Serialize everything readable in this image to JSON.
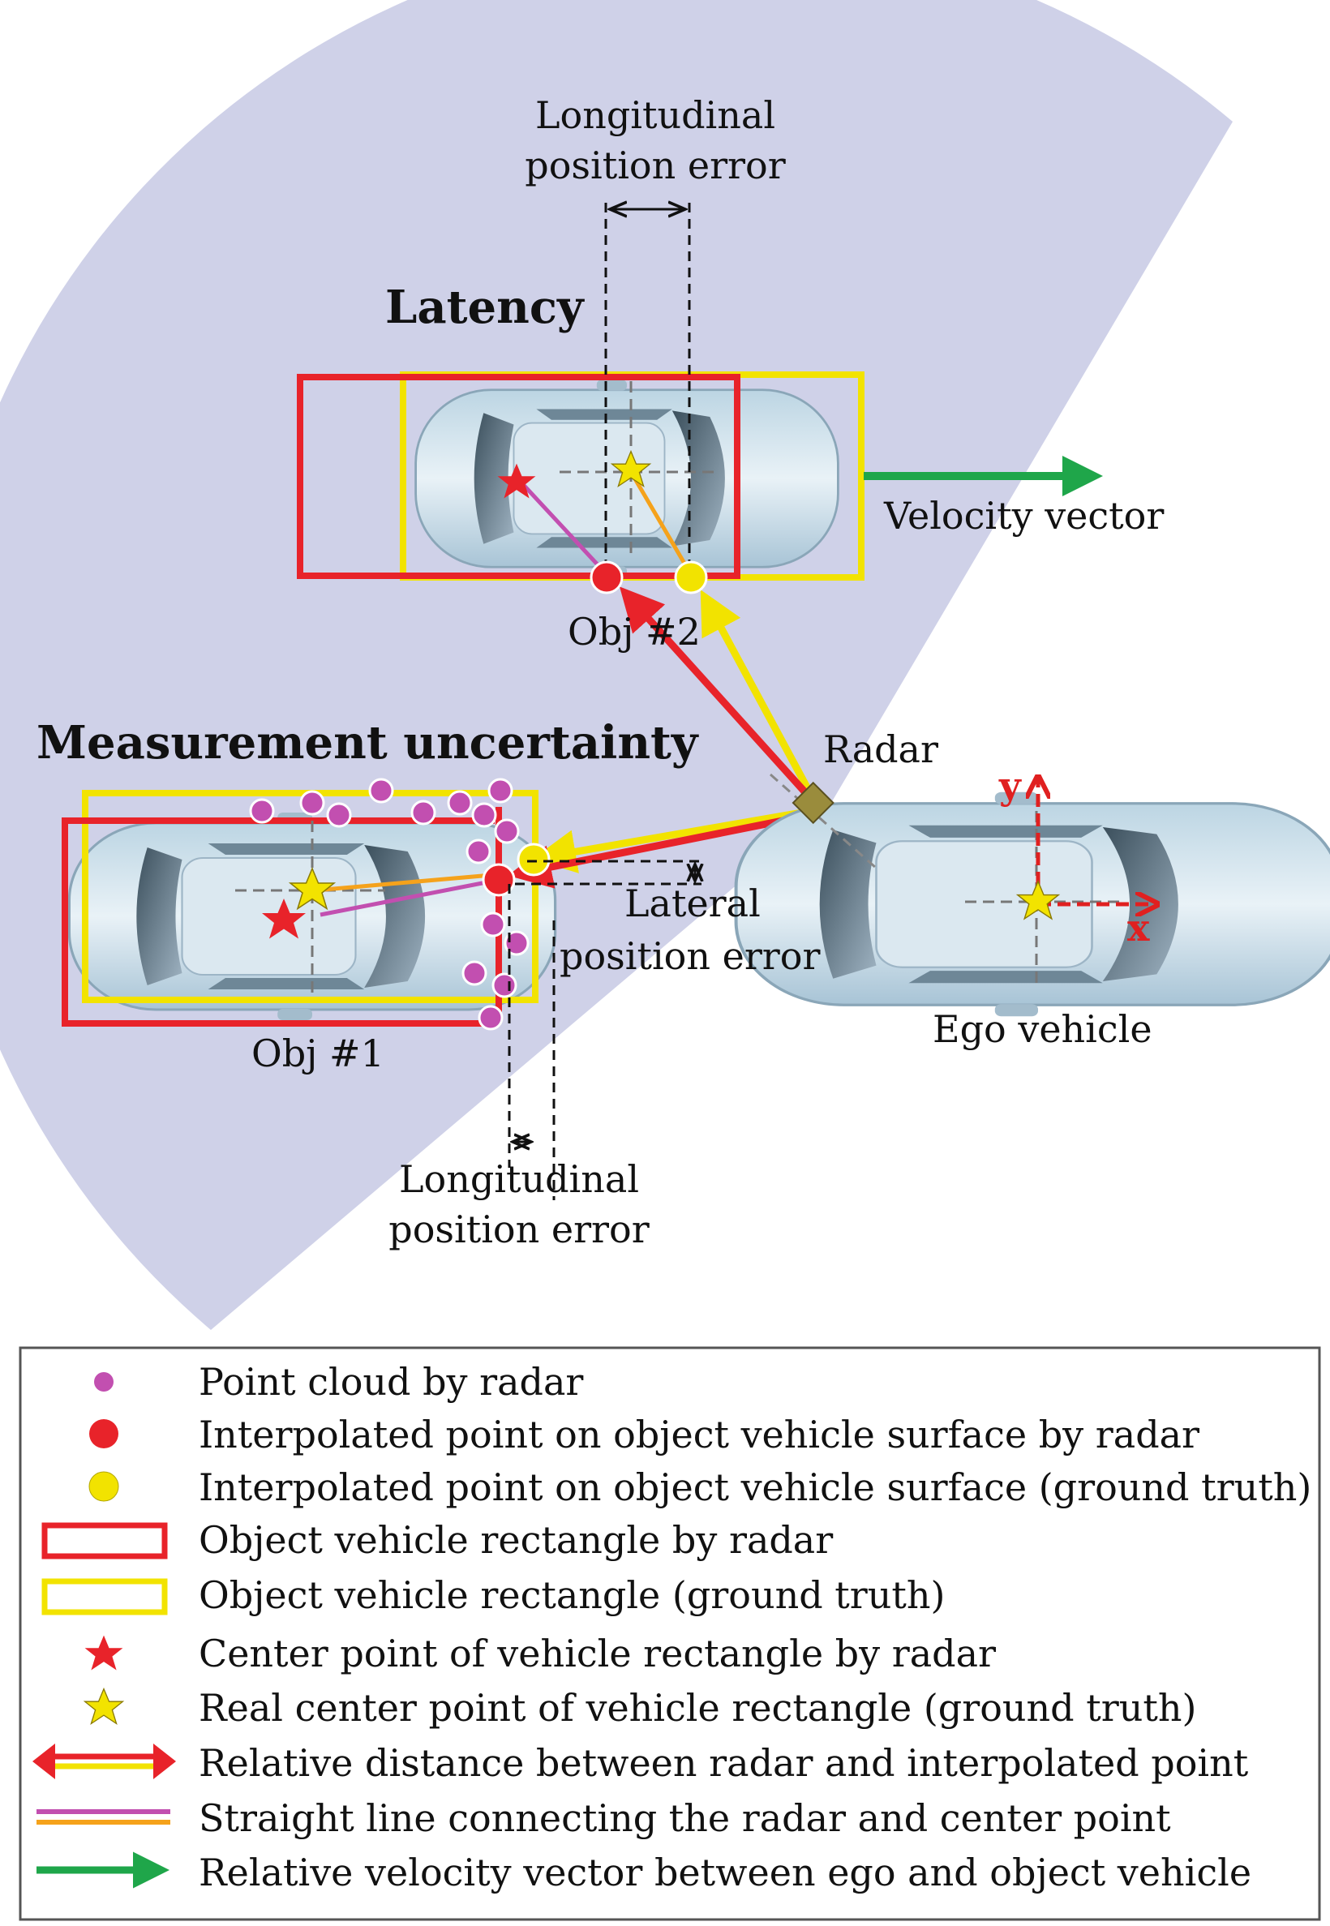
{
  "diagram": {
    "labels": {
      "long_error_top": [
        "Longitudinal",
        "position error"
      ],
      "latency": "Latency",
      "velocity_vector": "Velocity vector",
      "obj2": "Obj #2",
      "measurement_uncertainty": "Measurement uncertainty",
      "radar": "Radar",
      "lateral_error": [
        "Lateral",
        "position error"
      ],
      "obj1": "Obj #1",
      "ego_vehicle": "Ego vehicle",
      "long_error_bottom": [
        "Longitudinal",
        "position error"
      ],
      "axis_x": "x",
      "axis_y": "y"
    },
    "colors": {
      "fov": "#cfd1e8",
      "radar_red": "#e8232a",
      "truth_yellow": "#f2e300",
      "point_cloud": "#c24fb0",
      "center_line_radar": "#c24fb0",
      "center_line_truth": "#f5a21b",
      "velocity_green": "#1fa64a"
    }
  },
  "legend": [
    {
      "icon": "point-cloud-icon",
      "text": "Point cloud by radar"
    },
    {
      "icon": "red-dot-icon",
      "text": "Interpolated point on object vehicle surface by radar"
    },
    {
      "icon": "yellow-dot-icon",
      "text": "Interpolated point on object vehicle surface (ground truth)"
    },
    {
      "icon": "red-rectangle-icon",
      "text": "Object vehicle rectangle by radar"
    },
    {
      "icon": "yellow-rectangle-icon",
      "text": "Object vehicle rectangle (ground truth)"
    },
    {
      "icon": "red-star-icon",
      "text": "Center point of vehicle rectangle by radar"
    },
    {
      "icon": "yellow-star-icon",
      "text": "Real center point of vehicle rectangle (ground truth)"
    },
    {
      "icon": "double-arrow-icon",
      "text": "Relative distance between radar and interpolated point"
    },
    {
      "icon": "double-line-icon",
      "text": "Straight line connecting the radar and center point"
    },
    {
      "icon": "green-arrow-icon",
      "text": "Relative velocity vector between ego and object vehicle"
    }
  ]
}
